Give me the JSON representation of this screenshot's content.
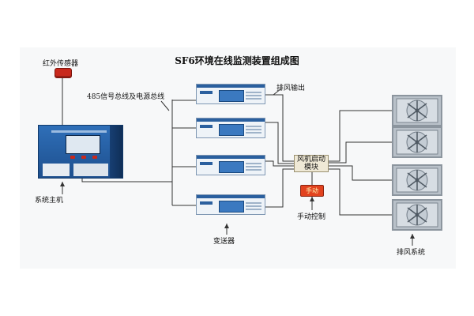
{
  "title": "SF6环境在线监测装置组成图",
  "labels": {
    "infrared_sensor": "红外传感器",
    "bus_label": "485信号总线及电源总线",
    "exhaust_output": "排风输出",
    "host": "系统主机",
    "transmitter": "变送器",
    "fan_start_module": "风机启动模块",
    "manual_button": "手动",
    "manual_control": "手动控制",
    "exhaust_system": "排风系统"
  },
  "counts": {
    "transmitters": 4,
    "fans": 4
  },
  "colors": {
    "device_blue": "#2f6fb8",
    "sensor_red": "#c8281c",
    "manual_orange": "#e2431f",
    "wire": "#333333"
  }
}
